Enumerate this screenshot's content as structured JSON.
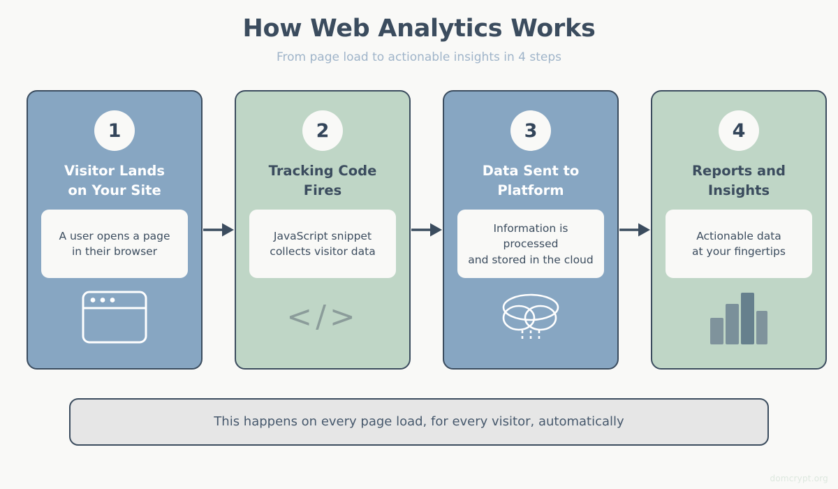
{
  "header": {
    "title": "How Web Analytics Works",
    "subtitle": "From page load to actionable insights in 4 steps"
  },
  "steps": [
    {
      "number": "1",
      "title": "Visitor Lands\non Your Site",
      "description": "A user opens a page\nin their browser",
      "icon": "browser-window-icon",
      "theme": "blue"
    },
    {
      "number": "2",
      "title": "Tracking Code\nFires",
      "description": "JavaScript snippet\ncollects visitor data",
      "icon": "code-brackets-icon",
      "icon_glyph": "</>",
      "theme": "green"
    },
    {
      "number": "3",
      "title": "Data Sent to\nPlatform",
      "description": "Information is processed\nand stored in the cloud",
      "icon": "cloud-upload-icon",
      "theme": "blue"
    },
    {
      "number": "4",
      "title": "Reports and\nInsights",
      "description": "Actionable data\nat your fingertips",
      "icon": "bar-chart-icon",
      "theme": "green"
    }
  ],
  "connectors": [
    {
      "name": "arrow-1-to-2"
    },
    {
      "name": "arrow-2-to-3"
    },
    {
      "name": "arrow-3-to-4"
    }
  ],
  "footer": {
    "text": "This happens on every page load, for every visitor, automatically"
  },
  "watermark": {
    "text": "domcrypt.org"
  },
  "colors": {
    "background": "#f9f9f7",
    "blue_card": "#87a6c2",
    "green_card": "#bfd6c6",
    "border_dark": "#3b4c5e",
    "title_text": "#3b4c5e",
    "subtitle_text": "#9fb4c9",
    "inner_box": "#f9f9f7",
    "footer_fill": "#e6e6e6",
    "bar_chart": "#6b8391"
  },
  "chart_icon": {
    "bars": [
      38,
      58,
      74,
      48
    ]
  }
}
